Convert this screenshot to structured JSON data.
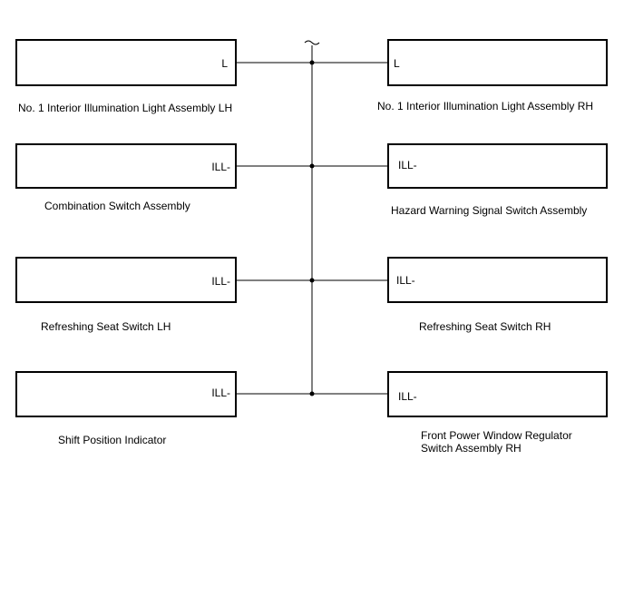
{
  "components": [
    {
      "id": "lh1",
      "pin": "L",
      "name": [
        "No. 1 Interior Illumination Light Assembly LH"
      ]
    },
    {
      "id": "rh1",
      "pin": "L",
      "name": [
        "No. 1 Interior Illumination Light Assembly RH"
      ]
    },
    {
      "id": "lh2",
      "pin": "ILL-",
      "name": [
        "Combination Switch Assembly"
      ]
    },
    {
      "id": "rh2",
      "pin": "ILL-",
      "name": [
        "Hazard Warning Signal Switch Assembly"
      ]
    },
    {
      "id": "lh3",
      "pin": "ILL-",
      "name": [
        "Refreshing Seat Switch LH"
      ]
    },
    {
      "id": "rh3",
      "pin": "ILL-",
      "name": [
        "Refreshing Seat Switch RH"
      ]
    },
    {
      "id": "lh4",
      "pin": "ILL-",
      "name": [
        "Shift Position Indicator"
      ]
    },
    {
      "id": "rh4",
      "pin": "ILL-",
      "name": [
        "Front Power Window Regulator",
        "Switch Assembly RH"
      ]
    }
  ]
}
